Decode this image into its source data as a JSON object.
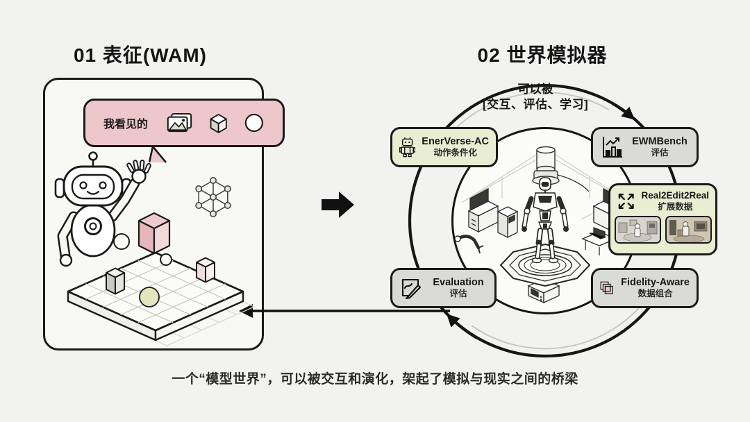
{
  "titles": {
    "left": "01 表征(WAM)",
    "right": "02 世界模拟器"
  },
  "left_panel": {
    "bubble_label": "我看见的",
    "bubble_icons": [
      "photo-icon",
      "cube-icon",
      "circle-icon"
    ],
    "illustration": [
      "waving-robot",
      "graph-network-icon",
      "isometric-grid-platform",
      "pink-cube",
      "gray-cube",
      "white-cube",
      "green-sphere"
    ]
  },
  "connector": {
    "forward_arrow": "right",
    "return_arrow": "left"
  },
  "cycle": {
    "line1": "可以被",
    "line2": "[交互、评估、学习]"
  },
  "nodes": {
    "enerverse": {
      "title": "EnerVerse-AC",
      "subtitle": "动作条件化",
      "icon": "robot-icon",
      "bg": "#e9edd2"
    },
    "ewmbench": {
      "title": "EWMBench",
      "subtitle": "评估",
      "icon": "bar-chart-icon",
      "bg": "#dadad7"
    },
    "real2edit": {
      "title": "Real2Edit2Real",
      "subtitle": "扩展数据",
      "icon": "expand-arrows-icon",
      "bg": "#e9edd2",
      "thumbnails": [
        "robot-scene-1",
        "robot-scene-2"
      ]
    },
    "evaluation": {
      "title": "Evaluation",
      "subtitle": "评估",
      "icon": "chart-pencil-icon",
      "bg": "#dadad7"
    },
    "fidelity": {
      "title": "Fidelity-Aware",
      "subtitle": "数据组合",
      "icon": "stacked-layers-icon",
      "bg": "#dadad7"
    }
  },
  "caption": "一个“模型世界”，可以被交互和演化，架起了模拟与现实之间的桥梁",
  "colors": {
    "background": "#f2f2f0",
    "card": "#f8f8f5",
    "bubble_pink": "#edc7cb",
    "node_green": "#e9edd2",
    "node_gray": "#dadad7",
    "ink": "#1a1a1a",
    "cube_pink": "#e5b6bb",
    "sphere_green": "#e1e6bc"
  }
}
